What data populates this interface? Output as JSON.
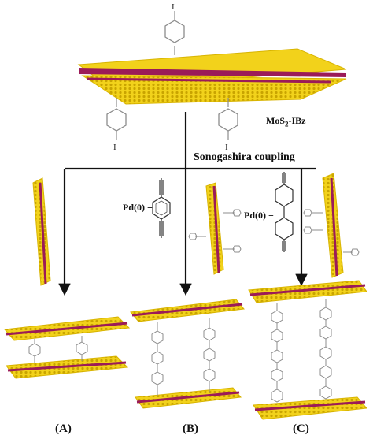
{
  "compound": {
    "prefix": "MoS",
    "subscript": "2",
    "suffix": "-IBz"
  },
  "reaction_label": "Sonogashira coupling",
  "catalyst_b": "Pd(0) +",
  "catalyst_c": "Pd(0) +",
  "atom_iodine": "I",
  "panels": [
    "(A)",
    "(B)",
    "(C)"
  ],
  "colors": {
    "sulfur": "#f2d21b",
    "molybdenum": "#9b1b58",
    "arrow": "#111111",
    "linker": "#8c8c8c"
  }
}
